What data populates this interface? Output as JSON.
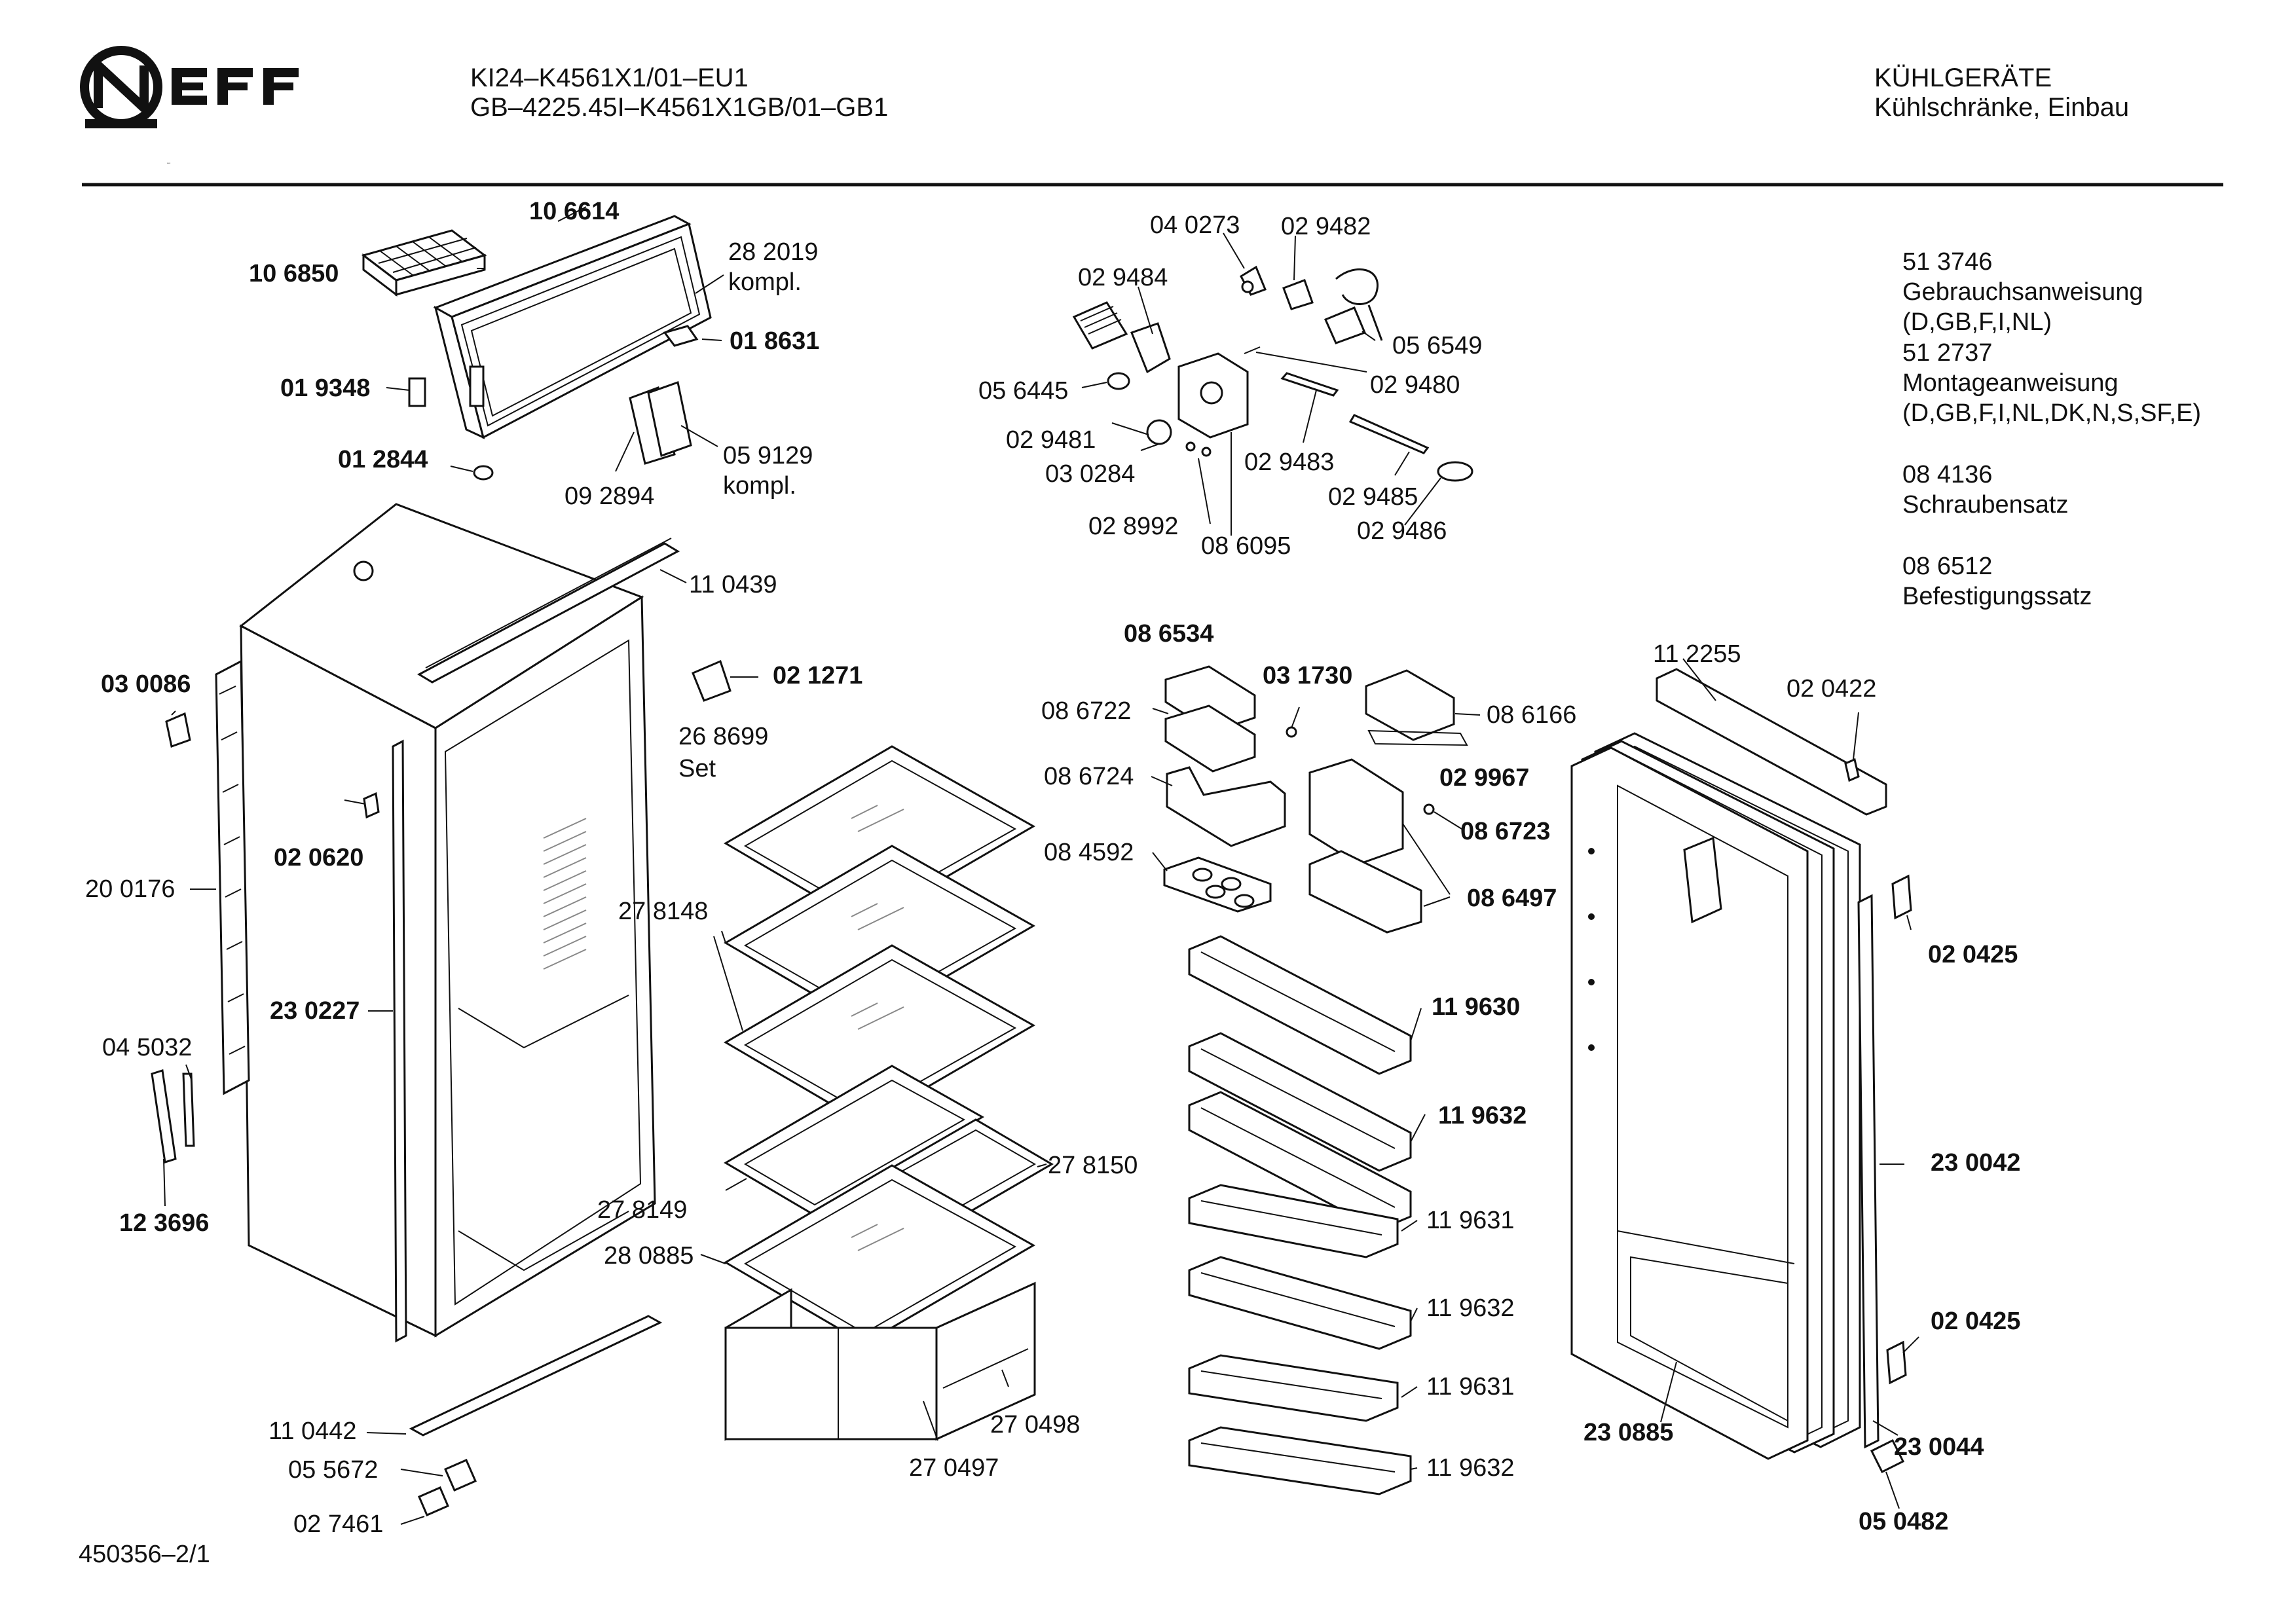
{
  "brand": "NEFF",
  "header": {
    "model_line_1": "KI24–K4561X1/01–EU1",
    "model_line_2": "GB–4225.45I–K4561X1GB/01–GB1",
    "category_1": "KÜHLGERÄTE",
    "category_2": "Kühlschränke, Einbau"
  },
  "docs": {
    "d1_num": "51 3746",
    "d1_text": "Gebrauchsanweisung",
    "d1_langs": "(D,GB,F,I,NL)",
    "d2_num": "51 2737",
    "d2_text": "Montageanweisung",
    "d2_langs": "(D,GB,F,I,NL,DK,N,S,SF,E)",
    "d3_num": "08 4136",
    "d3_text": "Schraubensatz",
    "d4_num": "08 6512",
    "d4_text": "Befestigungssatz"
  },
  "footer": {
    "drawing_id": "450356–2/1"
  },
  "parts": {
    "p106614": "10 6614",
    "p106850": "10 6850",
    "p282019": "28 2019",
    "kompl_1": "kompl.",
    "p018631": "01 8631",
    "p019348": "01 9348",
    "p059129": "05 9129",
    "kompl_2": "kompl.",
    "p012844": "01 2844",
    "p092894": "09 2894",
    "p040273": "04 0273",
    "p029482": "02 9482",
    "p029484": "02 9484",
    "p056549": "05 6549",
    "p056445": "05 6445",
    "p029480": "02 9480",
    "p029481": "02 9481",
    "p030284": "03 0284",
    "p029483": "02 9483",
    "p029485": "02 9485",
    "p028992": "02 8992",
    "p086095": "08 6095",
    "p029486": "02 9486",
    "p110439": "11 0439",
    "p030086": "03 0086",
    "p021271": "02 1271",
    "p268699": "26 8699",
    "set": "Set",
    "p020620": "02 0620",
    "p200176": "20 0176",
    "p278148": "27 8148",
    "p230227": "23 0227",
    "p045032": "04 5032",
    "p123696": "12 3696",
    "p278150": "27 8150",
    "p278149": "27 8149",
    "p280885": "28 0885",
    "p270498": "27 0498",
    "p110442": "11 0442",
    "p055672": "05 5672",
    "p270497": "27 0497",
    "p027461": "02 7461",
    "p086534": "08 6534",
    "p031730": "03 1730",
    "p086722": "08 6722",
    "p086166": "08 6166",
    "p086724": "08 6724",
    "p029967": "02 9967",
    "p086723": "08 6723",
    "p084592": "08 4592",
    "p086497": "08 6497",
    "p119630": "11 9630",
    "p119632a": "11 9632",
    "p119631a": "11 9631",
    "p119632b": "11 9632",
    "p119631b": "11 9631",
    "p119632c": "11 9632",
    "p112255": "11 2255",
    "p020422": "02 0422",
    "p020425a": "02 0425",
    "p230042": "23 0042",
    "p020425b": "02 0425",
    "p230885": "23 0885",
    "p230044": "23 0044",
    "p050482": "05 0482"
  }
}
